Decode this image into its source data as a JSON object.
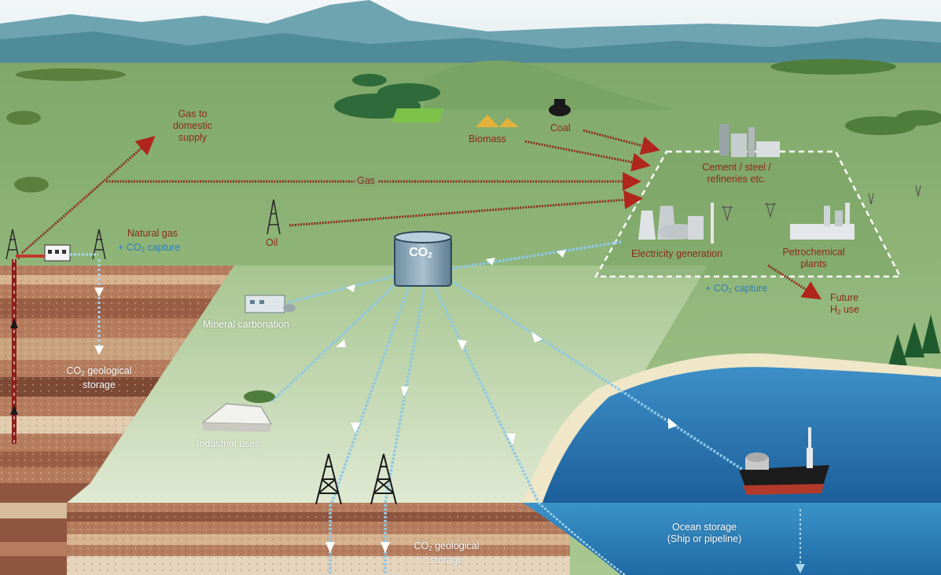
{
  "labels": {
    "gas_domestic": [
      "Gas to",
      "domestic",
      "supply"
    ],
    "biomass": "Biomass",
    "coal": "Coal",
    "gas": "Gas",
    "oil": "Oil",
    "cement": [
      "Cement / steel /",
      "refineries etc."
    ],
    "natural_gas": "Natural gas",
    "co2_capture_left": "+ CO",
    "co2_capture_left_tail": " capture",
    "co2_tank": "CO",
    "mineral_carbonation": "Mineral carbonation",
    "electricity_generation": "Electricity generation",
    "petrochemical": [
      "Petrochemical",
      "plants"
    ],
    "co2_capture_right": "+ CO",
    "co2_capture_right_tail": " capture",
    "future_h2": "Future",
    "future_h2_line2_a": "H",
    "future_h2_line2_b": " use",
    "co2_storage_left_a": "CO",
    "co2_storage_left_b": " geological",
    "co2_storage_left_2": "storage",
    "industrial_uses": "Industrial uses",
    "co2_storage_bottom_a": "CO",
    "co2_storage_bottom_b": " geological",
    "co2_storage_bottom_2": "storage",
    "ocean_storage": "Ocean storage",
    "ship_pipeline": "(Ship or pipeline)",
    "sub2": "2"
  },
  "colors": {
    "sky": "#eef3f5",
    "mountains": "#5f9aa6",
    "land": "#8fb07a",
    "plateau": "#b7d0a0",
    "soil": "#a8735a",
    "ocean": "#2a79b8",
    "sand": "#efe7c8",
    "flow_arrow": "#8b2a1c",
    "co2_pipe": "#8cc8e6",
    "label_red": "#8b2a1c",
    "label_blue": "#2f7fb8"
  }
}
